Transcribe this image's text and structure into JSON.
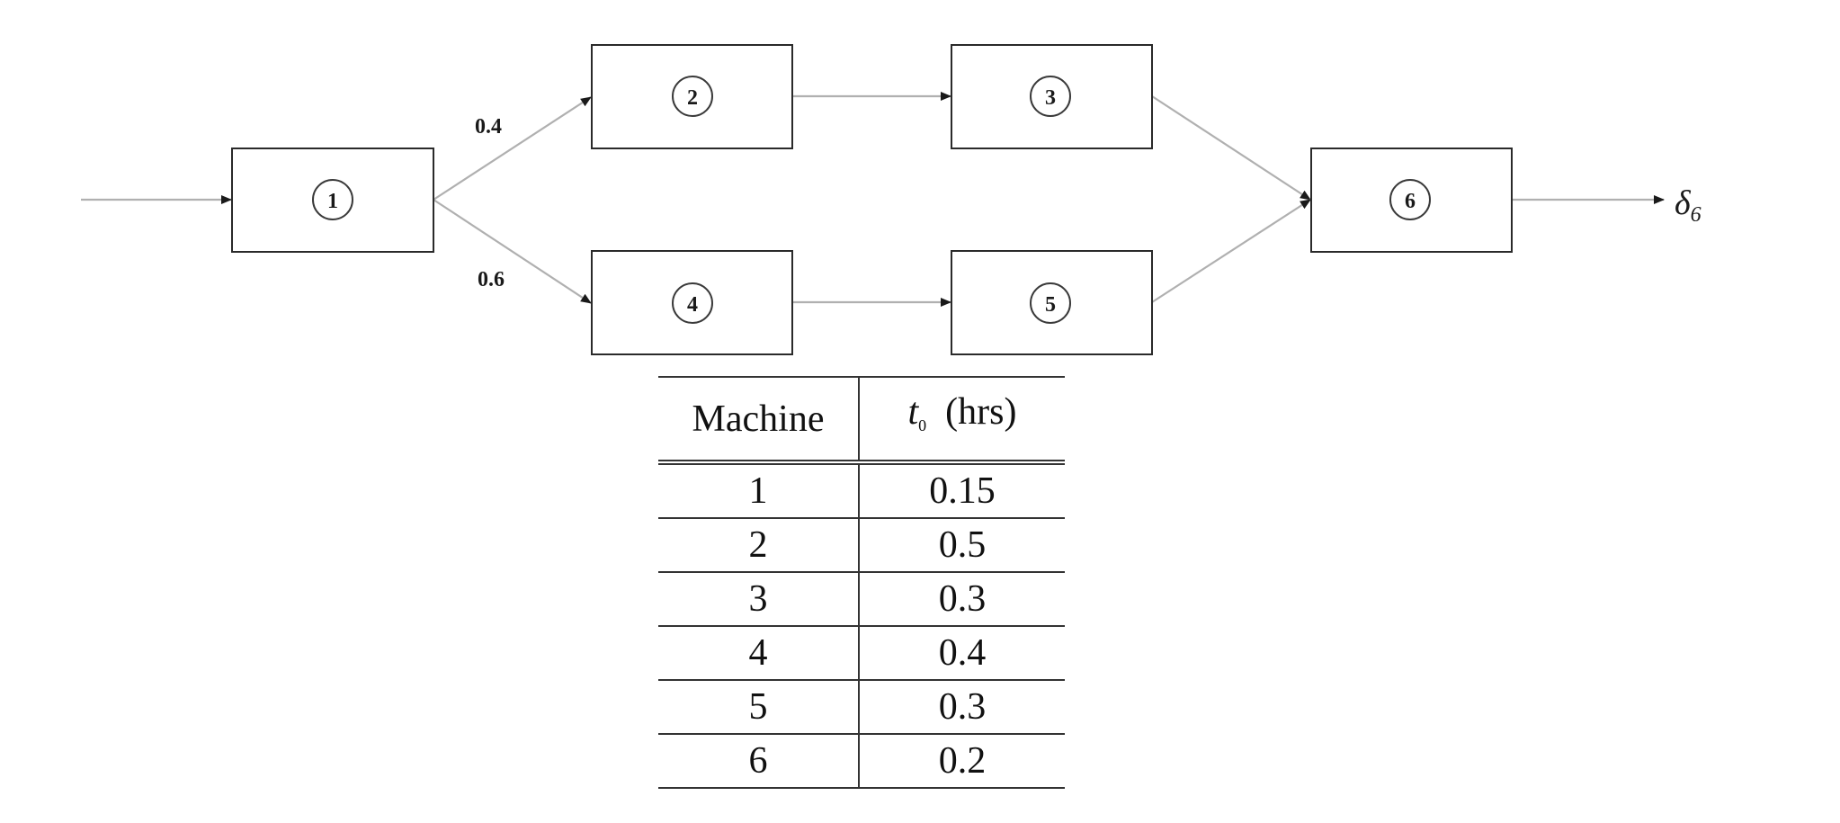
{
  "diagram": {
    "nodes": [
      {
        "id": "1",
        "label": "1"
      },
      {
        "id": "2",
        "label": "2"
      },
      {
        "id": "3",
        "label": "3"
      },
      {
        "id": "4",
        "label": "4"
      },
      {
        "id": "5",
        "label": "5"
      },
      {
        "id": "6",
        "label": "6"
      }
    ],
    "edges": [
      {
        "from": "input",
        "to": "1",
        "label": ""
      },
      {
        "from": "1",
        "to": "2",
        "label": "0.4"
      },
      {
        "from": "1",
        "to": "4",
        "label": "0.6"
      },
      {
        "from": "2",
        "to": "3",
        "label": ""
      },
      {
        "from": "4",
        "to": "5",
        "label": ""
      },
      {
        "from": "3",
        "to": "6",
        "label": ""
      },
      {
        "from": "5",
        "to": "6",
        "label": ""
      },
      {
        "from": "6",
        "to": "output",
        "label": ""
      }
    ],
    "output_label": {
      "symbol": "δ",
      "subscript": "6"
    }
  },
  "table": {
    "headers": {
      "machine": "Machine",
      "time_var": "t",
      "time_sub": "0",
      "time_unit": "(hrs)"
    },
    "rows": [
      {
        "machine": "1",
        "t0": "0.15"
      },
      {
        "machine": "2",
        "t0": "0.5"
      },
      {
        "machine": "3",
        "t0": "0.3"
      },
      {
        "machine": "4",
        "t0": "0.4"
      },
      {
        "machine": "5",
        "t0": "0.3"
      },
      {
        "machine": "6",
        "t0": "0.2"
      }
    ]
  }
}
